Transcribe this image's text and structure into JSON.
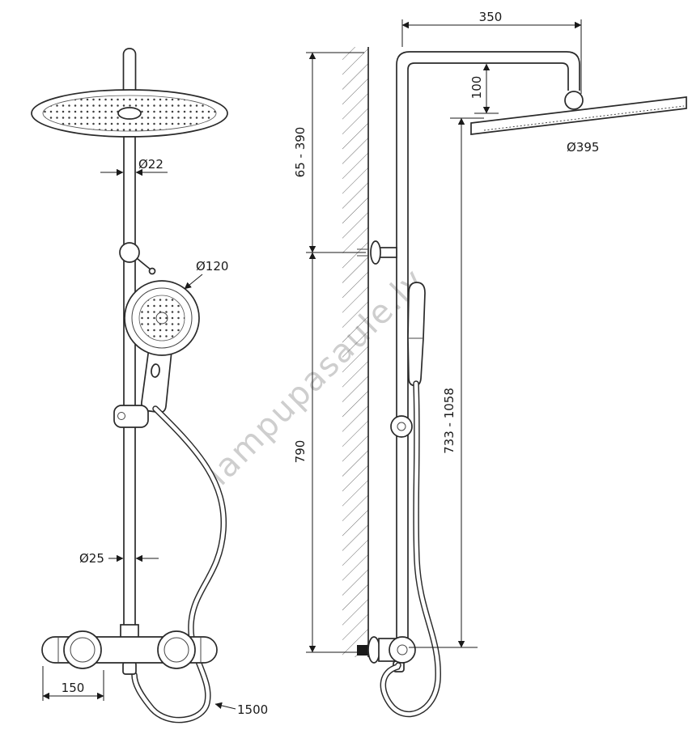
{
  "watermark": "lampupasaule.lv",
  "front": {
    "pipe_diameter_top": "Ø22",
    "hand_shower_diameter": "Ø120",
    "pipe_diameter_bottom": "Ø25",
    "inlet_spacing": "150",
    "hose_length": "1500"
  },
  "side": {
    "arm_length": "350",
    "head_drop": "100",
    "head_diameter": "Ø395",
    "upper_pipe_range": "65 - 390",
    "wall_height": "790",
    "column_range": "733 - 1058"
  }
}
